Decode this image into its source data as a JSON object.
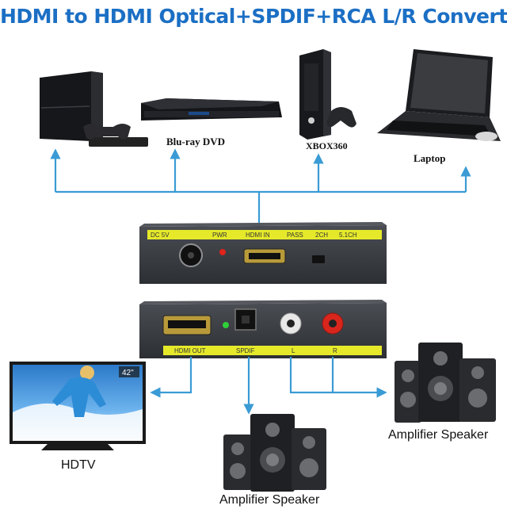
{
  "title": "HDMI to HDMI Optical+SPDIF+RCA L/R Converter",
  "sources": [
    {
      "name": "playstation",
      "label": ""
    },
    {
      "name": "bluray",
      "label": "Blu-ray DVD"
    },
    {
      "name": "xbox",
      "label": "XBOX360"
    },
    {
      "name": "laptop",
      "label": "Laptop"
    }
  ],
  "converter": {
    "top_ports": [
      "DC 5V",
      "PWR",
      "HDMI IN",
      "PASS",
      "2CH",
      "5.1CH"
    ],
    "bottom_ports": [
      "HDMI OUT",
      "SPDIF",
      "L",
      "R"
    ]
  },
  "outputs": {
    "hdtv": "HDTV",
    "tv_size": "42\"",
    "speaker_right": "Amplifier Speaker",
    "speaker_bottom": "Amplifier Speaker"
  },
  "colors": {
    "title": "#1b6fc4",
    "line": "#3a9bd5",
    "label_bar": "#e5e92a",
    "device_body": "#3c3f44"
  }
}
